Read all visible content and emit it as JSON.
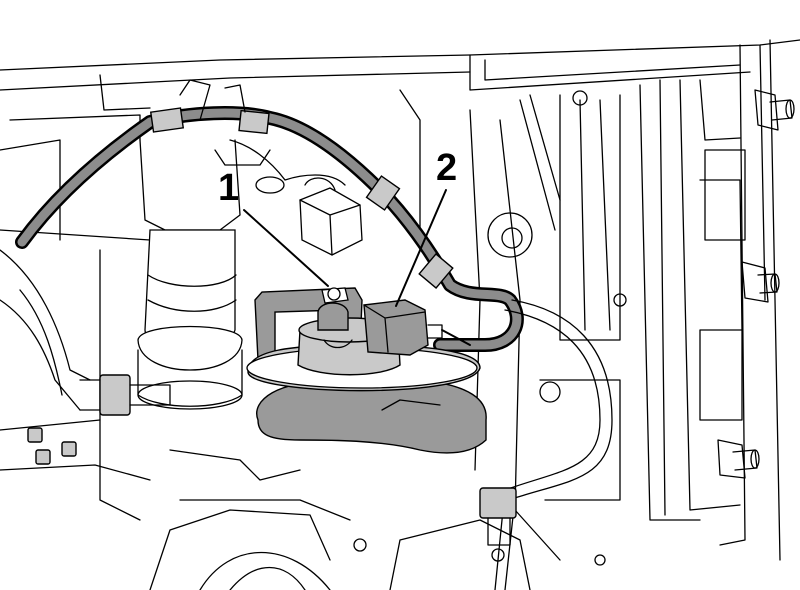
{
  "callouts": [
    {
      "id": "1",
      "label": "1"
    },
    {
      "id": "2",
      "label": "2"
    }
  ],
  "colors": {
    "line": "#000000",
    "background": "#ffffff",
    "shade_dark": "#9a9a9a",
    "shade_light": "#c9c9c9"
  }
}
